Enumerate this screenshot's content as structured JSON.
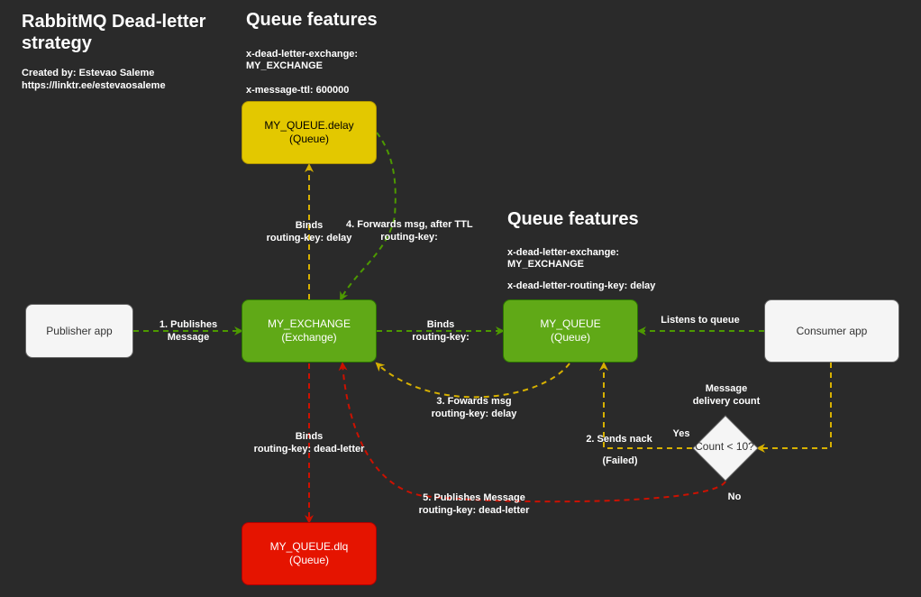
{
  "title": "RabbitMQ Dead-letter strategy",
  "credits": {
    "author": "Created by: Estevao Saleme",
    "link": "https://linktr.ee/estevaosaleme"
  },
  "features_top": {
    "heading": "Queue features",
    "line1": "x-dead-letter-exchange:",
    "line2": "MY_EXCHANGE",
    "line3": "x-message-ttl: 600000"
  },
  "features_mid": {
    "heading": "Queue features",
    "line1": "x-dead-letter-exchange:",
    "line2": "MY_EXCHANGE",
    "line3": "x-dead-letter-routing-key: delay"
  },
  "nodes": {
    "publisher": {
      "label": "Publisher app"
    },
    "exchange": {
      "name": "MY_EXCHANGE",
      "type": "(Exchange)"
    },
    "queue": {
      "name": "MY_QUEUE",
      "type": "(Queue)"
    },
    "delay_queue": {
      "name": "MY_QUEUE.delay",
      "type": "(Queue)"
    },
    "dlq": {
      "name": "MY_QUEUE.dlq",
      "type": "(Queue)"
    },
    "consumer": {
      "label": "Consumer app"
    },
    "decision": {
      "label": "Count < 10?"
    }
  },
  "edge_labels": {
    "publishes_1": "1. Publishes",
    "publishes_2": "Message",
    "binds_delay_1": "Binds",
    "binds_delay_2": "routing-key: delay",
    "forwards_ttl_1": "4. Forwards msg, after TTL",
    "forwards_ttl_2": "routing-key:",
    "binds_queue_1": "Binds",
    "binds_queue_2": "routing-key:",
    "listens": "Listens to queue",
    "forwards_3_1": "3. Fowards msg",
    "forwards_3_2": "routing-key: delay",
    "binds_dl_1": "Binds",
    "binds_dl_2": "routing-key: dead-letter",
    "nack": "2. Sends nack",
    "failed": "(Failed)",
    "delivery_1": "Message",
    "delivery_2": "delivery count",
    "yes": "Yes",
    "no": "No",
    "publishes_5_1": "5. Publishes Message",
    "publishes_5_2": "routing-key: dead-letter"
  },
  "colors": {
    "background": "#2a2a2a",
    "green_edge": "#4d9900",
    "yellow_edge": "#d6b000",
    "red_edge": "#cc1100",
    "green_node": "#60a917",
    "yellow_node": "#e3c800",
    "red_node": "#e51400"
  }
}
